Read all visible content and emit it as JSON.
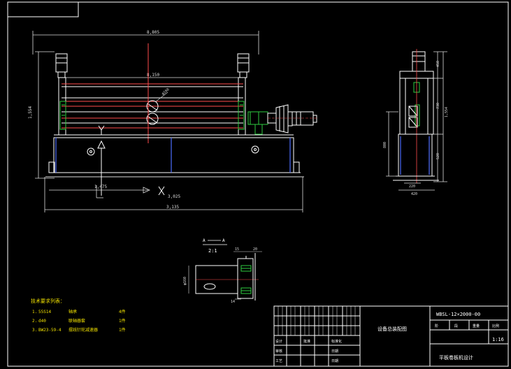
{
  "drawing": {
    "dimensions": {
      "overall_top": "8,805",
      "roll_length": "8,150",
      "height_left": "1,554",
      "roll_dia": "φ160",
      "bottom_offset": "1,475",
      "bottom_x": "3,025",
      "overall_bottom": "3,135",
      "side_height": "1,554",
      "side_top": "450",
      "side_mid": "730",
      "side_low": "520",
      "side_left": "800",
      "side_width_inner": "220",
      "side_width_outer": "420",
      "detail_dia": "φ160",
      "detail_small_1": "15",
      "detail_small_2": "20",
      "detail_small_3": "14"
    },
    "section": {
      "label_left": "A",
      "label_right": "A",
      "scale": "2:1"
    },
    "notes": {
      "title": "技术要求列表：",
      "items": [
        {
          "num": "1.",
          "code": "55S14",
          "name": "轴承",
          "qty": "4件"
        },
        {
          "num": "2.",
          "code": "d40",
          "name": "联轴器套",
          "qty": "1件"
        },
        {
          "num": "3.",
          "code": "BW23-59-4",
          "name": "摆线针轮减速器",
          "qty": "1件"
        }
      ]
    },
    "title_block": {
      "drawing_no": "WBSL-12×2000-00",
      "name": "设备总装配图",
      "scale": "1:16",
      "company": "平板卷板机设计",
      "header_cells": [
        "阶",
        "段",
        "重量",
        "比例"
      ],
      "row_labels": [
        "设计",
        "审核",
        "工艺",
        "批准"
      ],
      "row_marks": [
        "标准化",
        "日期",
        "日期"
      ]
    }
  }
}
